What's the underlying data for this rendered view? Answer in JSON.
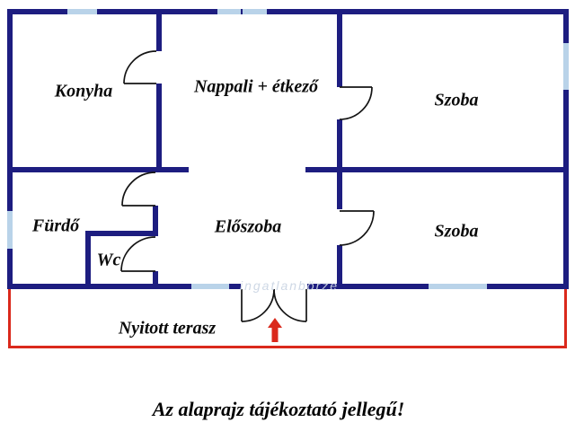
{
  "colors": {
    "wall": "#1d1d80",
    "window": "#b9d3e9",
    "terrace": "#da291c",
    "arrow": "#da291c",
    "door_line": "#141414",
    "watermark": "#ccd6e4"
  },
  "rooms": {
    "konyha": "Konyha",
    "nappali": "Nappali + étkező",
    "szoba1": "Szoba",
    "furdo": "Fürdő",
    "wc": "Wc",
    "eloszoba": "Előszoba",
    "szoba2": "Szoba",
    "terasz": "Nyitott terasz"
  },
  "caption": "Az alaprajz tájékoztató jellegű!",
  "watermark": "ingatlanbörze"
}
